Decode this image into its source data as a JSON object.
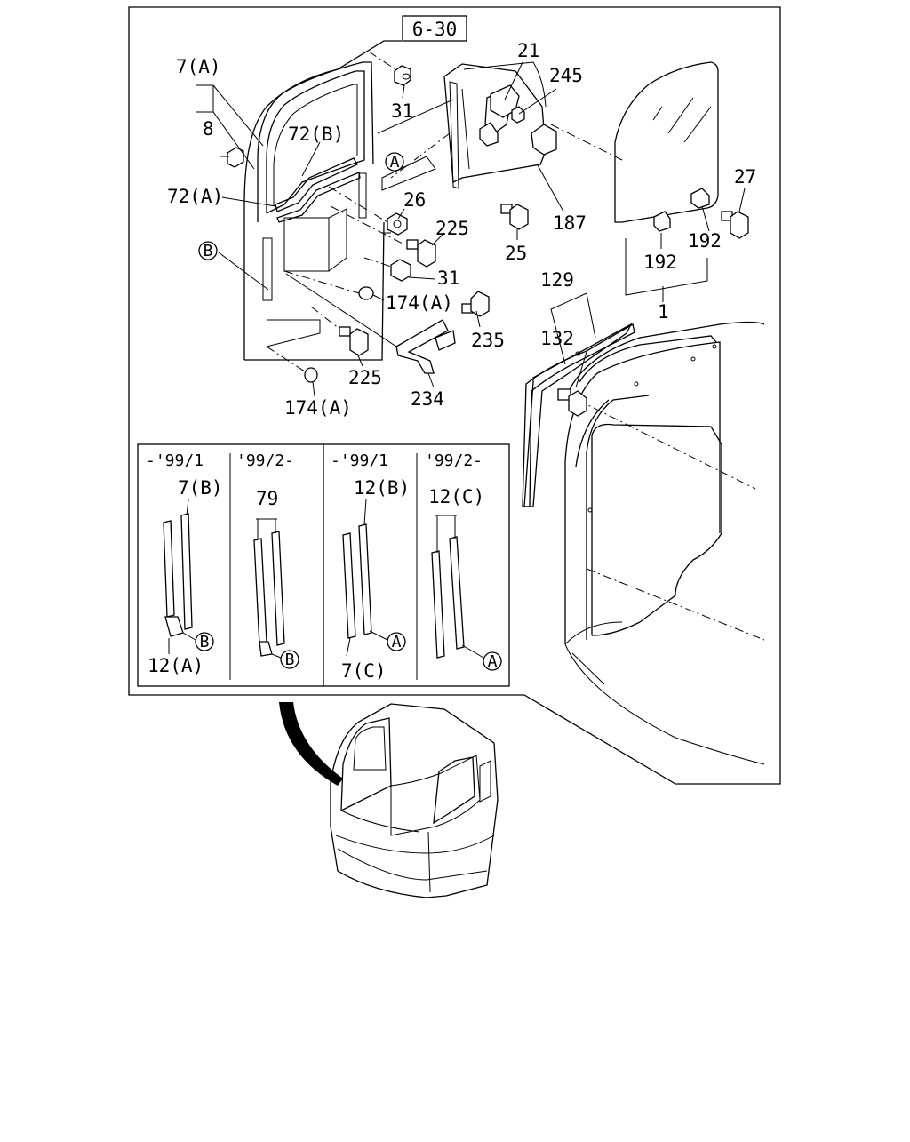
{
  "diagram": {
    "ref_box": "6-30",
    "callouts": {
      "c_7a": "7(A)",
      "c_8": "8",
      "c_72b": "72(B)",
      "c_72a": "72(A)",
      "c_31a": "31",
      "c_31b": "31",
      "c_26": "26",
      "c_225a": "225",
      "c_225b": "225",
      "c_174a1": "174(A)",
      "c_174a2": "174(A)",
      "c_235": "235",
      "c_234": "234",
      "c_21": "21",
      "c_245": "245",
      "c_187": "187",
      "c_25": "25",
      "c_27": "27",
      "c_192a": "192",
      "c_192b": "192",
      "c_1": "1",
      "c_129": "129",
      "c_132": "132"
    },
    "markers": {
      "m_a_main": "A",
      "m_b_main": "B"
    },
    "variants": [
      {
        "period": "-'99/1",
        "label_top": "7(B)",
        "label_bottom": "12(A)",
        "marker": "B"
      },
      {
        "period": "'99/2-",
        "label_top": "79",
        "label_bottom": "",
        "marker": "B"
      },
      {
        "period": "-'99/1",
        "label_top": "12(B)",
        "label_bottom": "7(C)",
        "marker": "A"
      },
      {
        "period": "'99/2-",
        "label_top": "12(C)",
        "label_bottom": "",
        "marker": "A"
      }
    ]
  }
}
